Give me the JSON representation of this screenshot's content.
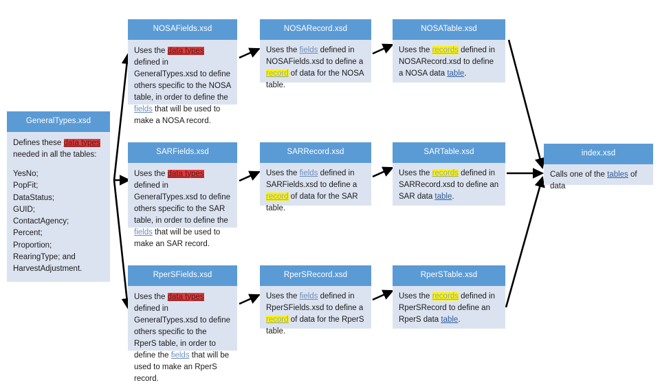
{
  "diagram": {
    "title": "XSD Schema Dependency Diagram",
    "colors": {
      "header_fill": "#5B9BD5",
      "body_fill": "#DCE3F0",
      "link": "#6C8EBF",
      "highlight_datatypes": "#E03A3A",
      "highlight_records": "#FFF200",
      "arrow": "#000000",
      "background": "#FFFFFF"
    },
    "general_types": {
      "title": "GeneralTypes.xsd",
      "intro_before": "Defines these ",
      "intro_link": "data types",
      "intro_after": "",
      "intro_line2": "needed in all the tables:",
      "types": [
        "YesNo;",
        "PopFit;",
        "DataStatus;",
        "GUID;",
        "ContactAgency;",
        "Percent;",
        "Proportion;",
        "RearingType; and",
        "HarvestAdjustment."
      ]
    },
    "index": {
      "title": "index.xsd",
      "body_before": "Calls one of the ",
      "body_link": "tables",
      "body_after": " of data"
    },
    "rows": [
      {
        "row_name": "NOSA",
        "fields": {
          "title": "NOSAFields.xsd",
          "segments": [
            {
              "t": "Uses the ",
              "style": "plain"
            },
            {
              "t": "data types",
              "style": "hl-red"
            },
            {
              "t": " defined in GeneralTypes.xsd to define others specific to the NOSA table, in order to define the ",
              "style": "plain"
            },
            {
              "t": "fields",
              "style": "lnk"
            },
            {
              "t": " that will be used to make a NOSA record.",
              "style": "plain"
            }
          ]
        },
        "record": {
          "title": "NOSARecord.xsd",
          "segments": [
            {
              "t": "Uses the ",
              "style": "plain"
            },
            {
              "t": "fields",
              "style": "lnk"
            },
            {
              "t": " defined in NOSAFields.xsd to define a ",
              "style": "plain"
            },
            {
              "t": "record",
              "style": "hl-yellow"
            },
            {
              "t": " of data for the NOSA table.",
              "style": "plain"
            }
          ]
        },
        "table": {
          "title": "NOSATable.xsd",
          "segments": [
            {
              "t": "Uses the ",
              "style": "plain"
            },
            {
              "t": "records",
              "style": "hl-yellow"
            },
            {
              "t": " defined in NOSARecord.xsd to define a NOSA data ",
              "style": "plain"
            },
            {
              "t": "table",
              "style": "lnk-dark"
            },
            {
              "t": ".",
              "style": "plain"
            }
          ]
        }
      },
      {
        "row_name": "SAR",
        "fields": {
          "title": "SARFields.xsd",
          "segments": [
            {
              "t": "Uses the ",
              "style": "plain"
            },
            {
              "t": "data types",
              "style": "hl-red"
            },
            {
              "t": " defined in GeneralTypes.xsd to define others specific to the SAR table, in order to define the ",
              "style": "plain"
            },
            {
              "t": "fields",
              "style": "lnk"
            },
            {
              "t": " that will be used to make an SAR record.",
              "style": "plain"
            }
          ]
        },
        "record": {
          "title": "SARRecord.xsd",
          "segments": [
            {
              "t": "Uses the ",
              "style": "plain"
            },
            {
              "t": "fields",
              "style": "lnk"
            },
            {
              "t": " defined in SARFields.xsd to define a ",
              "style": "plain"
            },
            {
              "t": "record",
              "style": "hl-yellow"
            },
            {
              "t": " of data for the SAR table.",
              "style": "plain"
            }
          ]
        },
        "table": {
          "title": "SARTable.xsd",
          "segments": [
            {
              "t": "Uses the ",
              "style": "plain"
            },
            {
              "t": "records",
              "style": "hl-yellow"
            },
            {
              "t": " defined in SARRecord.xsd to define an SAR data ",
              "style": "plain"
            },
            {
              "t": "table",
              "style": "lnk-dark"
            },
            {
              "t": ".",
              "style": "plain"
            }
          ]
        }
      },
      {
        "row_name": "RperS",
        "fields": {
          "title": "RperSFields.xsd",
          "segments": [
            {
              "t": "Uses the ",
              "style": "plain"
            },
            {
              "t": "data types",
              "style": "hl-red"
            },
            {
              "t": " defined in GeneralTypes.xsd to define others specific to the RperS table, in order to define the ",
              "style": "plain"
            },
            {
              "t": "fields",
              "style": "lnk"
            },
            {
              "t": " that will be used to make an RperS record.",
              "style": "plain"
            }
          ]
        },
        "record": {
          "title": "RperSRecord.xsd",
          "segments": [
            {
              "t": "Uses the ",
              "style": "plain"
            },
            {
              "t": "fields",
              "style": "lnk"
            },
            {
              "t": " defined in RperSFields.xsd to define a ",
              "style": "plain"
            },
            {
              "t": "record",
              "style": "hl-yellow"
            },
            {
              "t": " of data for the RperS table.",
              "style": "plain"
            }
          ]
        },
        "table": {
          "title": "RperSTable.xsd",
          "segments": [
            {
              "t": "Uses the ",
              "style": "plain"
            },
            {
              "t": "records",
              "style": "hl-yellow"
            },
            {
              "t": " defined in RperSRecord to define an RperS data ",
              "style": "plain"
            },
            {
              "t": "table",
              "style": "lnk-dark"
            },
            {
              "t": ".",
              "style": "plain"
            }
          ]
        }
      }
    ]
  }
}
